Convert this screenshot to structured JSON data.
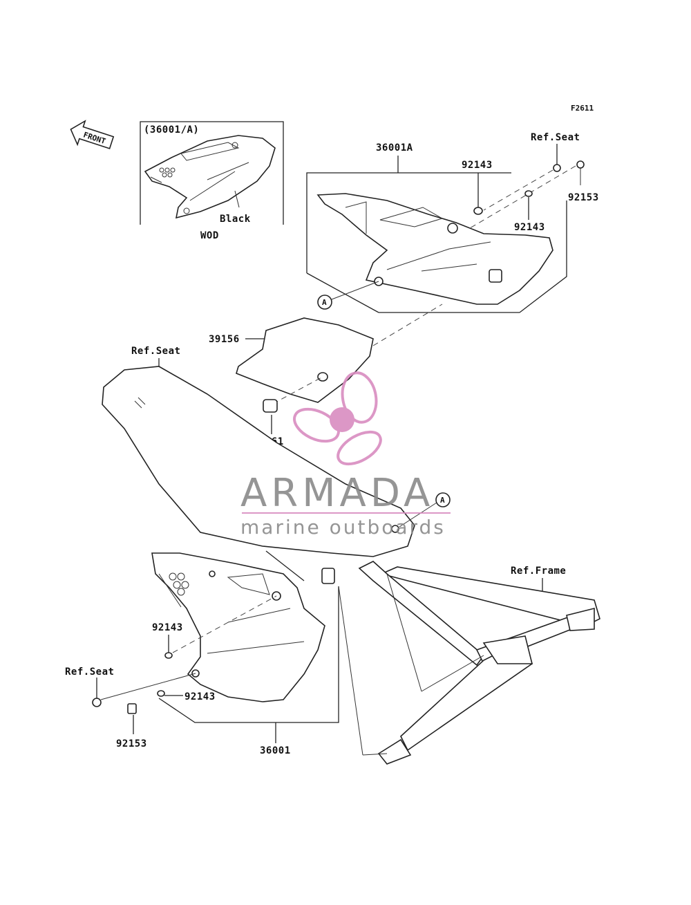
{
  "figure_id": "F2611",
  "front_label": "FRONT",
  "inset": {
    "part_ref": "(36001/A)",
    "color_note": "Black",
    "variant": "WOD"
  },
  "callouts": {
    "upper_cover": "36001A",
    "ref_seat_top": "Ref.Seat",
    "collar_upper_1": "92143",
    "collar_upper_2": "92143",
    "bolt_upper": "92153",
    "pad": "39156",
    "damper": "92161",
    "ref_seat_mid": "Ref.Seat",
    "ref_frame": "Ref.Frame",
    "collar_lower_1": "92143",
    "collar_lower_2": "92143",
    "ref_seat_lower": "Ref.Seat",
    "bolt_lower": "92153",
    "lower_cover": "36001",
    "circle_marker_1": "A",
    "circle_marker_2": "A"
  },
  "watermark": {
    "title": "ARMADA",
    "subtitle": "marine outboards",
    "color": "#d98cc0",
    "text_color": "#8a8a8a"
  }
}
